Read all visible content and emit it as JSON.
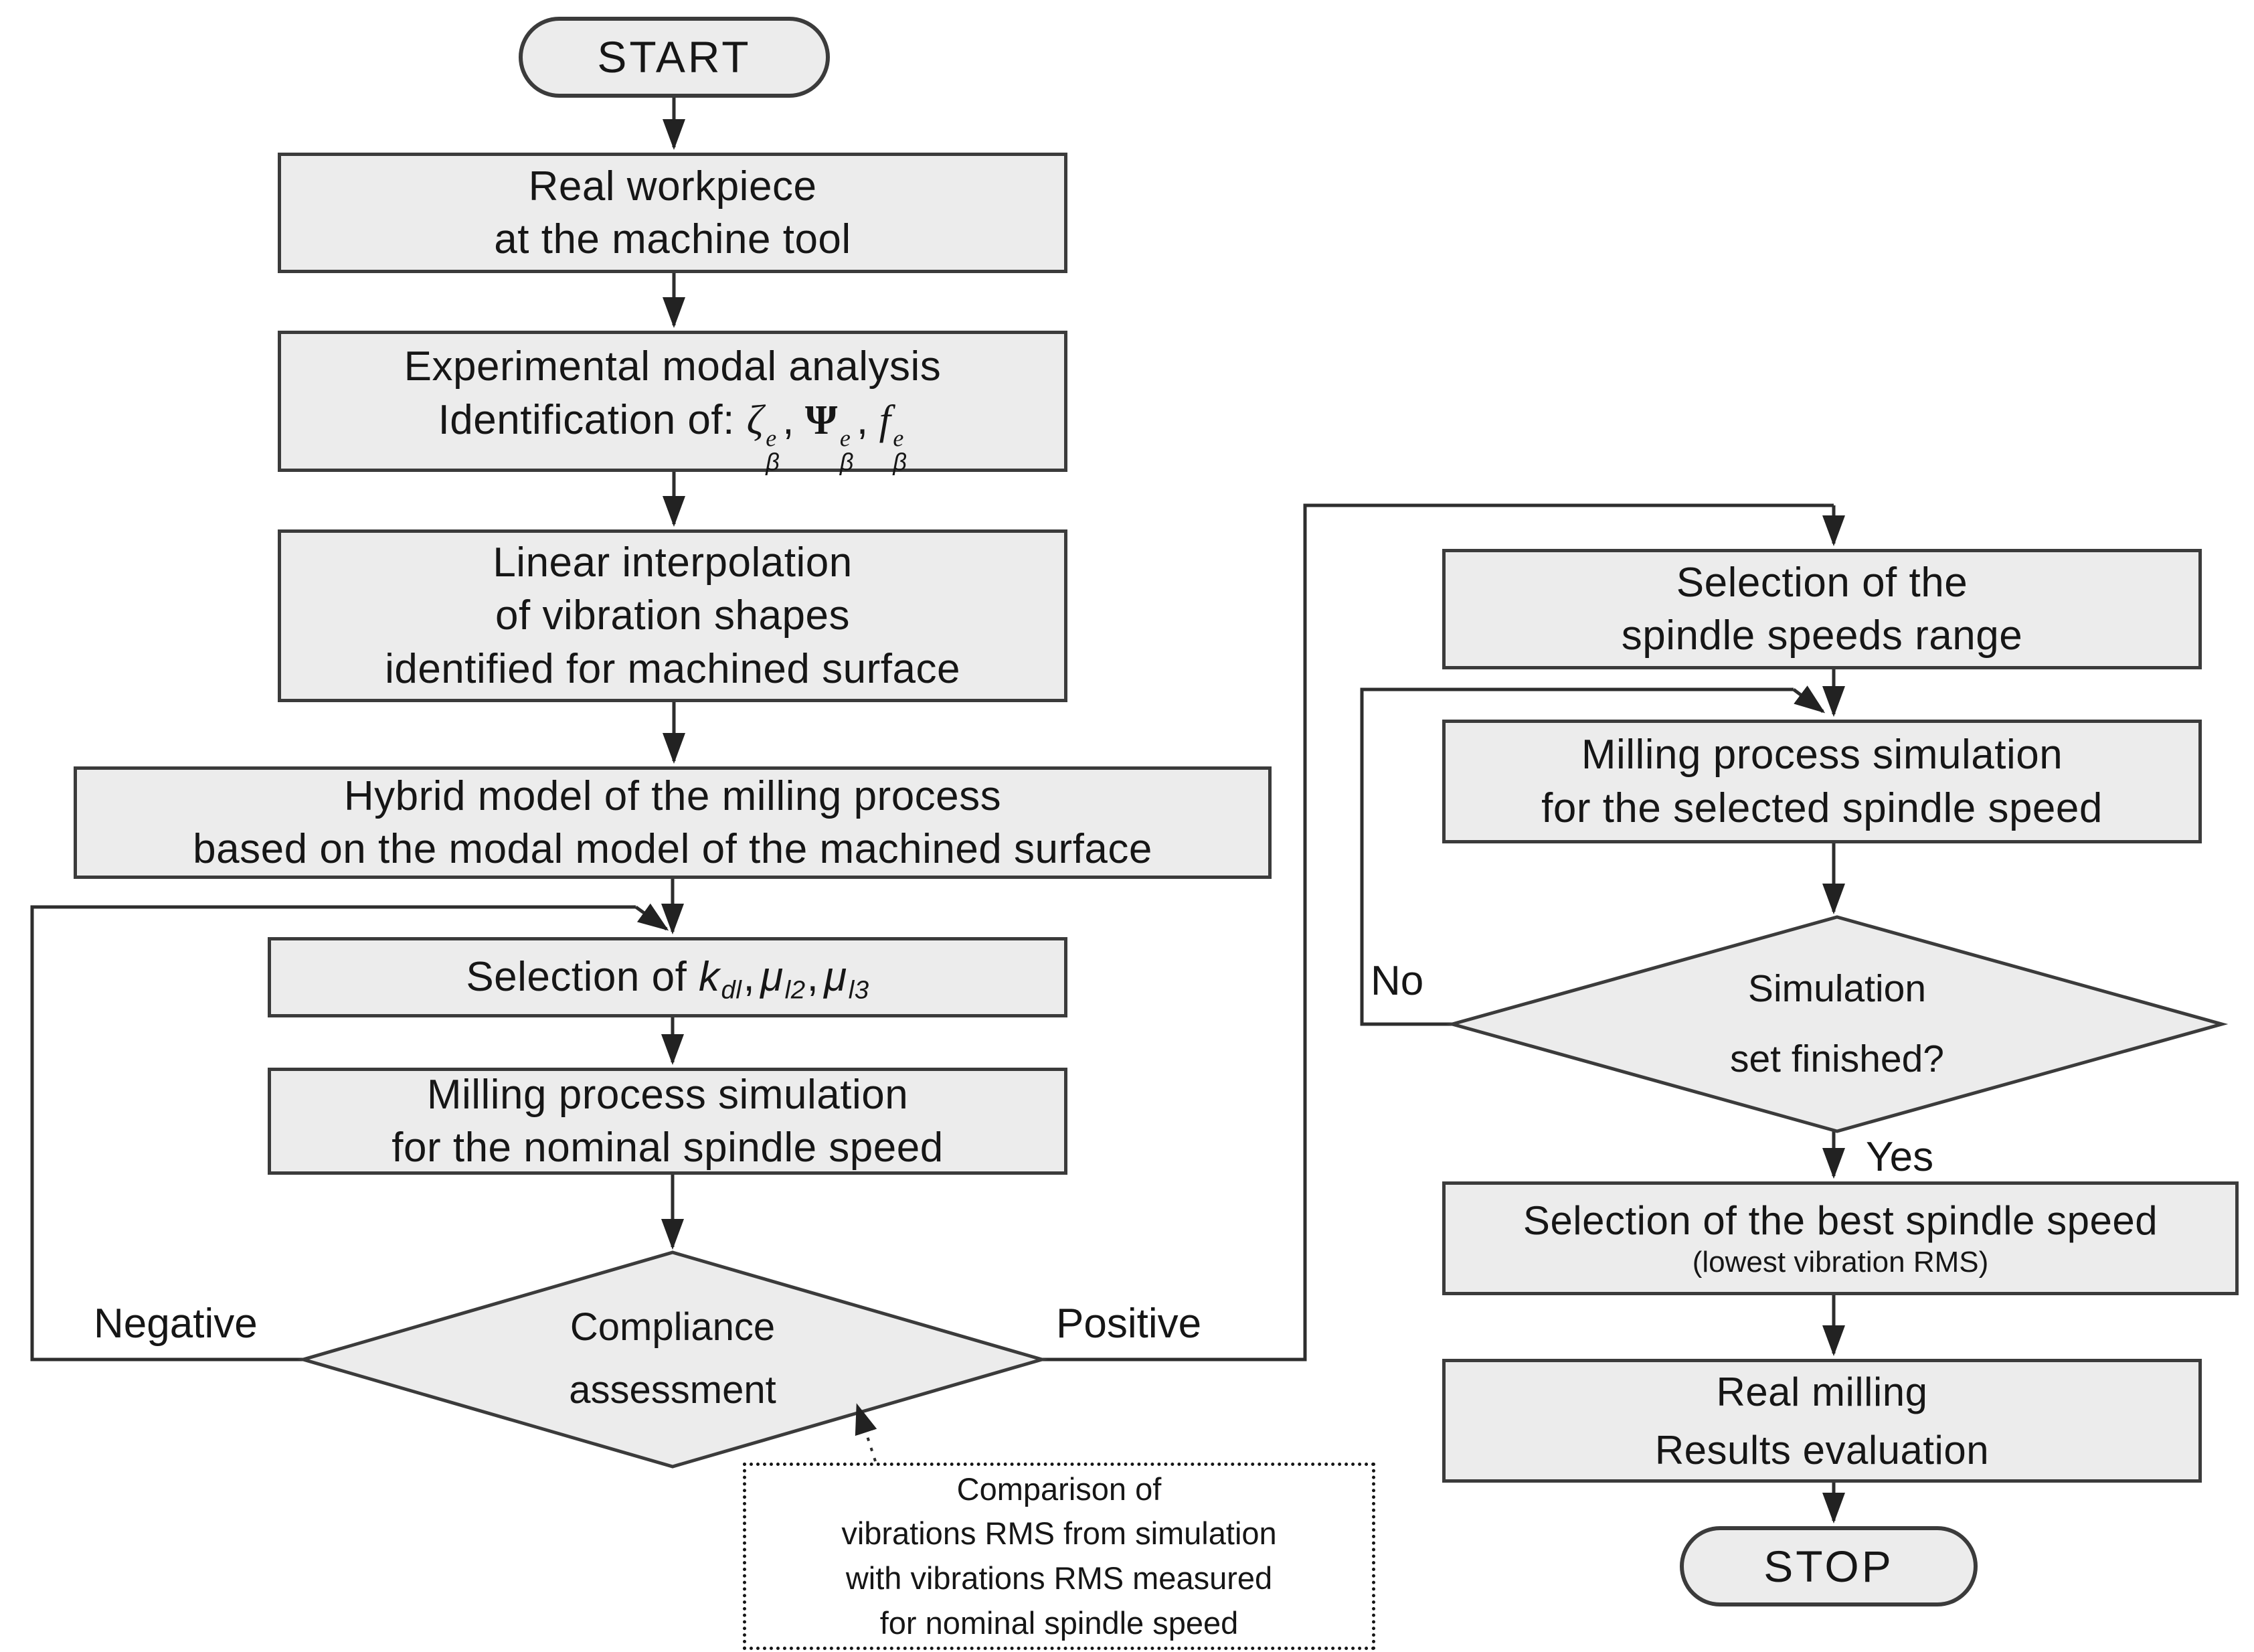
{
  "palette": {
    "box_fill": "#ececec",
    "box_border": "#3b3b3b",
    "wire": "#2e2e2e",
    "text": "#161616",
    "background": "#ffffff"
  },
  "start_label": "START",
  "stop_label": "STOP",
  "left": {
    "box1": {
      "line1": "Real workpiece",
      "line2": "at the machine tool"
    },
    "box2": {
      "line1": "Experimental modal analysis",
      "prefix": "Identification of:",
      "sym1": {
        "base": "ζ",
        "sup": "e",
        "sub": "β",
        "after": ","
      },
      "sym2": {
        "base": "Ψ",
        "sup": "e",
        "sub": "β",
        "after": ","
      },
      "sym3": {
        "base": "f",
        "sup": "e",
        "sub": "β",
        "after": ""
      }
    },
    "box3": {
      "line1": "Linear interpolation",
      "line2": "of vibration shapes",
      "line3": "identified for machined surface"
    },
    "box4": {
      "line1": "Hybrid model of the milling process",
      "line2": "based on the modal model of the machined surface"
    },
    "box5": {
      "prefix": "Selection of",
      "sym1": {
        "base": "k",
        "sub": "dl",
        "after": ","
      },
      "sym2": {
        "base": "μ",
        "sub": "l2",
        "after": ","
      },
      "sym3": {
        "base": "μ",
        "sub": "l3",
        "after": ""
      }
    },
    "box6": {
      "line1": "Milling process simulation",
      "line2": "for the nominal spindle speed"
    },
    "decision": {
      "line1": "Compliance",
      "line2": "assessment",
      "negative": "Negative",
      "positive": "Positive"
    },
    "annotation": {
      "line1": "Comparison of",
      "line2": "vibrations RMS from simulation",
      "line3": "with vibrations RMS measured",
      "line4": "for nominal spindle speed"
    }
  },
  "right": {
    "box1": {
      "line1": "Selection of the",
      "line2": "spindle speeds range"
    },
    "box2": {
      "line1": "Milling process simulation",
      "line2": "for the selected spindle speed"
    },
    "decision": {
      "line1": "Simulation",
      "line2": "set finished?",
      "no": "No",
      "yes": "Yes"
    },
    "box3": {
      "line1": "Selection of the best spindle speed",
      "line2": "(lowest vibration RMS)"
    },
    "box4": {
      "line1": "Real milling",
      "line2": "Results evaluation"
    }
  }
}
